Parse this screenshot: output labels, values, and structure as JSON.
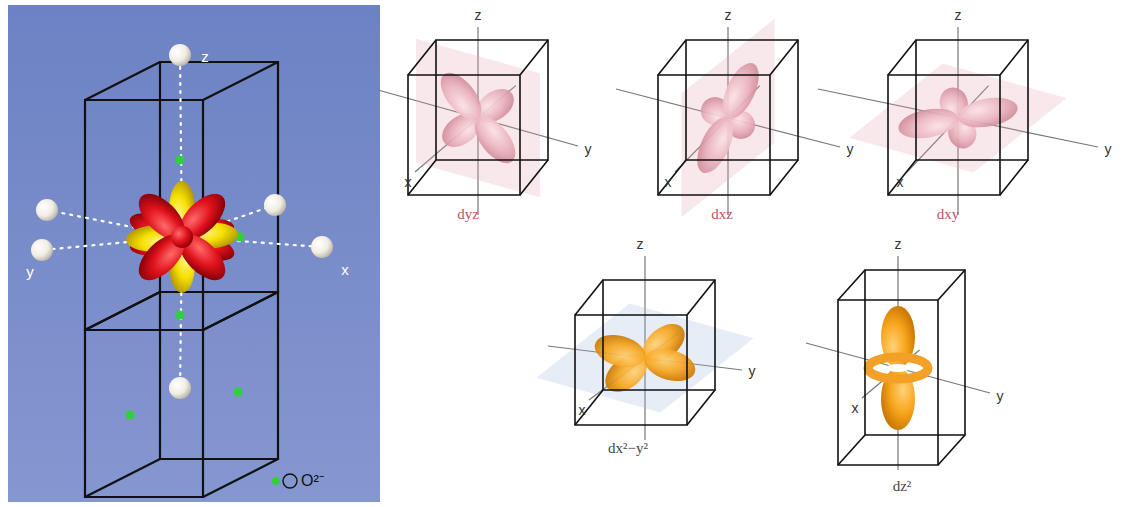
{
  "diagram": {
    "labels": [
      "z",
      "y",
      "x",
      "z",
      "x",
      "y",
      "dyz",
      "z",
      "x",
      "y",
      "dxz",
      "z",
      "x",
      "y",
      "dxy",
      "z",
      "y",
      "x",
      "dx²−y²",
      "z",
      "x",
      "y",
      "dz²"
    ],
    "legend": [
      {
        "text": "O²⁻"
      }
    ]
  }
}
